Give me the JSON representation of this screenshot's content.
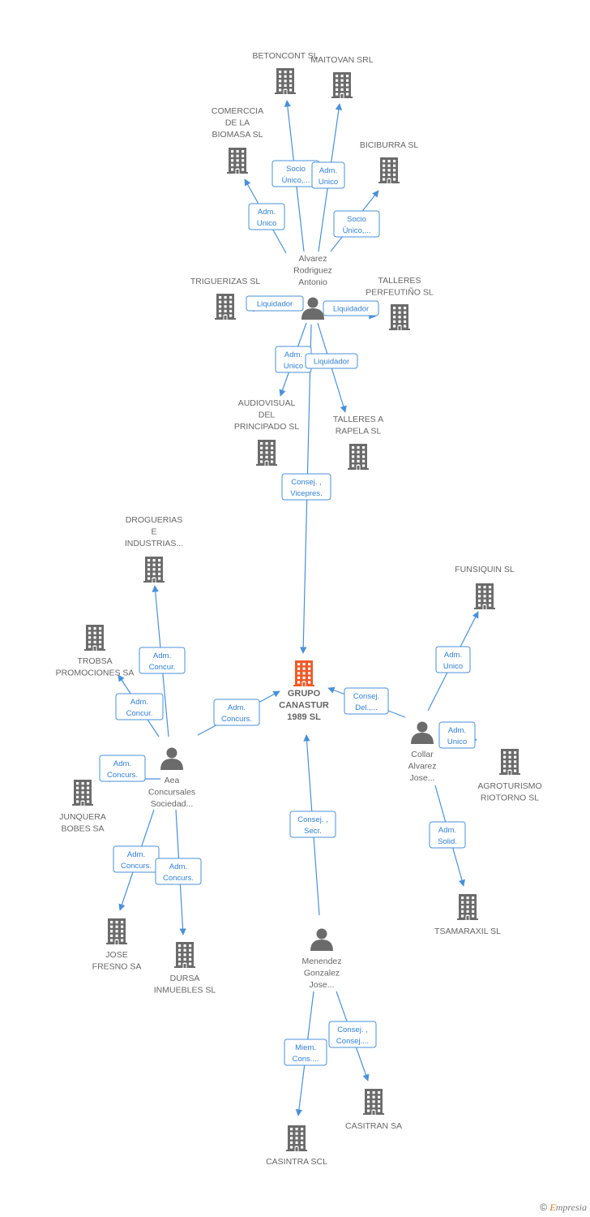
{
  "colors": {
    "edge": "#4a90d9",
    "label_text": "#2f7fd8",
    "building": "#6b6b6b",
    "building_main": "#f05a28",
    "person": "#6b6b6b"
  },
  "nodes": [
    {
      "id": "grupo",
      "type": "building",
      "main": true,
      "lines": [
        "GRUPO",
        "CANASTUR",
        "1989 SL"
      ]
    },
    {
      "id": "alvarez",
      "type": "person",
      "lines": [
        "Alvarez",
        "Rodriguez",
        "Antonio"
      ]
    },
    {
      "id": "betoncont",
      "type": "building",
      "lines": [
        "BETONCONT SL"
      ]
    },
    {
      "id": "maitovan",
      "type": "building",
      "lines": [
        "MAITOVAN SRL"
      ]
    },
    {
      "id": "comerccia",
      "type": "building",
      "lines": [
        "COMERCCIA",
        "DE LA",
        "BIOMASA  SL"
      ]
    },
    {
      "id": "biciburra",
      "type": "building",
      "lines": [
        "BICIBURRA SL"
      ]
    },
    {
      "id": "triguerizas",
      "type": "building",
      "lines": [
        "TRIGUERIZAS SL"
      ]
    },
    {
      "id": "talleresp",
      "type": "building",
      "lines": [
        "TALLERES",
        "PERFEUTIÑO SL"
      ]
    },
    {
      "id": "audiovisual",
      "type": "building",
      "lines": [
        "AUDIOVISUAL",
        "DEL",
        "PRINCIPADO SL"
      ]
    },
    {
      "id": "talleresa",
      "type": "building",
      "lines": [
        "TALLERES A",
        "RAPELA SL"
      ]
    },
    {
      "id": "droguerias",
      "type": "building",
      "lines": [
        "DROGUERIAS",
        "E",
        "INDUSTRIAS..."
      ]
    },
    {
      "id": "trobsa",
      "type": "building",
      "lines": [
        "TROBSA",
        "PROMOCIONES SA"
      ]
    },
    {
      "id": "aea",
      "type": "person",
      "lines": [
        "Aea",
        "Concursales",
        "Sociedad..."
      ]
    },
    {
      "id": "junquera",
      "type": "building",
      "lines": [
        "JUNQUERA",
        "BOBES SA"
      ]
    },
    {
      "id": "jose",
      "type": "building",
      "lines": [
        "JOSE",
        "FRESNO SA"
      ]
    },
    {
      "id": "dursa",
      "type": "building",
      "lines": [
        "DURSA",
        "INMUEBLES SL"
      ]
    },
    {
      "id": "funsiquin",
      "type": "building",
      "lines": [
        "FUNSIQUIN SL"
      ]
    },
    {
      "id": "collar",
      "type": "person",
      "lines": [
        "Collar",
        "Alvarez",
        "Jose..."
      ]
    },
    {
      "id": "agroturismo",
      "type": "building",
      "lines": [
        "AGROTURISMO",
        "RIOTORNO SL"
      ]
    },
    {
      "id": "tsamaraxil",
      "type": "building",
      "lines": [
        "TSAMARAXIL SL"
      ]
    },
    {
      "id": "menendez",
      "type": "person",
      "lines": [
        "Menendez",
        "Gonzalez",
        "Jose..."
      ]
    },
    {
      "id": "casitran",
      "type": "building",
      "lines": [
        "CASITRAN SA"
      ]
    },
    {
      "id": "casintra",
      "type": "building",
      "lines": [
        "CASINTRA SCL"
      ]
    }
  ],
  "edges": [
    {
      "from": "alvarez",
      "to": "betoncont",
      "lines": [
        "Socio",
        "Único,..."
      ]
    },
    {
      "from": "alvarez",
      "to": "maitovan",
      "lines": [
        "Adm.",
        "Unico"
      ]
    },
    {
      "from": "alvarez",
      "to": "comerccia",
      "lines": [
        "Adm.",
        "Unico"
      ]
    },
    {
      "from": "alvarez",
      "to": "biciburra",
      "lines": [
        "Socio",
        "Único,..."
      ]
    },
    {
      "from": "alvarez",
      "to": "triguerizas",
      "lines": [
        "Liquidador"
      ]
    },
    {
      "from": "alvarez",
      "to": "talleresp",
      "lines": [
        "Liquidador"
      ]
    },
    {
      "from": "alvarez",
      "to": "audiovisual",
      "lines": [
        "Adm.",
        "Unico"
      ]
    },
    {
      "from": "alvarez",
      "to": "talleresa",
      "lines": [
        "Liquidador"
      ]
    },
    {
      "from": "alvarez",
      "to": "grupo",
      "lines": [
        "Consej. ,",
        "Vicepres."
      ]
    },
    {
      "from": "aea",
      "to": "droguerias",
      "lines": [
        "Adm.",
        "Concur."
      ]
    },
    {
      "from": "aea",
      "to": "trobsa",
      "lines": [
        "Adm.",
        "Concur."
      ]
    },
    {
      "from": "aea",
      "to": "grupo",
      "lines": [
        "Adm.",
        "Concurs."
      ]
    },
    {
      "from": "aea",
      "to": "junquera",
      "lines": [
        "Adm.",
        "Concurs."
      ]
    },
    {
      "from": "aea",
      "to": "jose",
      "lines": [
        "Adm.",
        "Concurs."
      ]
    },
    {
      "from": "aea",
      "to": "dursa",
      "lines": [
        "Adm.",
        "Concurs."
      ]
    },
    {
      "from": "collar",
      "to": "grupo",
      "lines": [
        "Consej.",
        "Del.,..."
      ]
    },
    {
      "from": "collar",
      "to": "funsiquin",
      "lines": [
        "Adm.",
        "Unico"
      ]
    },
    {
      "from": "collar",
      "to": "agroturismo",
      "lines": [
        "Adm.",
        "Unico"
      ]
    },
    {
      "from": "collar",
      "to": "tsamaraxil",
      "lines": [
        "Adm.",
        "Solid."
      ]
    },
    {
      "from": "menendez",
      "to": "grupo",
      "lines": [
        "Consej. ,",
        "Secr."
      ]
    },
    {
      "from": "menendez",
      "to": "casitran",
      "lines": [
        "Consej. ,",
        "Consej...."
      ]
    },
    {
      "from": "menendez",
      "to": "casintra",
      "lines": [
        "Miem.",
        "Cons...."
      ]
    }
  ],
  "footer": {
    "copyright": "©",
    "brand_first": "E",
    "brand_rest": "mpresia"
  }
}
